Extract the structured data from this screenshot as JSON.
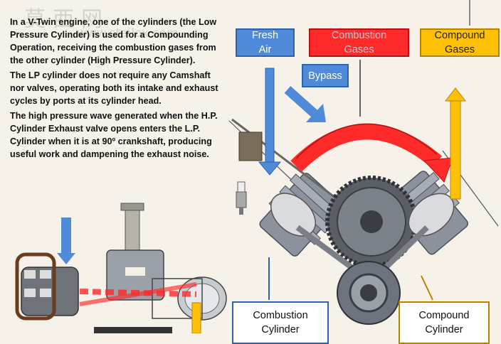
{
  "watermark": {
    "chinese": "莫西网",
    "url": "www.stailox.com"
  },
  "description": [
    "In a V-Twin engine, one of  the cylinders (the Low Pressure Cylinder) is used for a Compounding Operation, receiving the combustion gases from the other cylinder (High Pressure Cylinder).",
    "The LP cylinder  does not require any Camshaft nor valves, operating both its intake and exhaust cycles by ports at its cylinder head.",
    "The high pressure wave generated when the H.P. Cylinder Exhaust valve opens enters the L.P. Cylinder when it is at 90º crankshaft, producing useful work and dampening the exhaust noise."
  ],
  "labels": {
    "fresh_air": "Fresh\nAir",
    "combustion_gases": "Combustion\nGases",
    "compound_gases": "Compound\nGases",
    "bypass": "Bypass",
    "combustion_cylinder": "Combustion\nCylinder",
    "compound_cylinder": "Compound\nCylinder"
  },
  "colors": {
    "fresh_air": "#4f8bd8",
    "combustion": "#ff2a2a",
    "compound": "#ffc107",
    "engine_metal": "#6d7480"
  }
}
